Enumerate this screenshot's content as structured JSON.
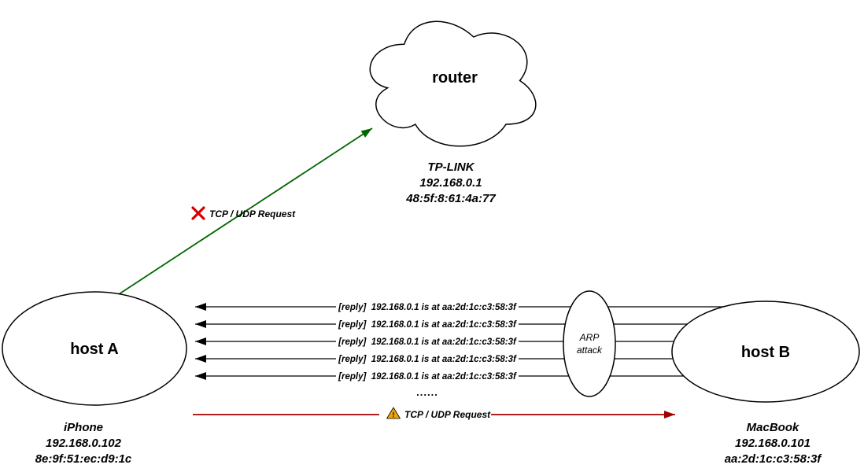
{
  "diagram": {
    "router": {
      "label": "router",
      "caption": [
        "TP-LINK",
        "192.168.0.1",
        "48:5f:8:61:4a:77"
      ]
    },
    "host_a": {
      "label": "host A",
      "caption": [
        "iPhone",
        "192.168.0.102",
        "8e:9f:51:ec:d9:1c"
      ]
    },
    "host_b": {
      "label": "host B",
      "caption": [
        "MacBook",
        "192.168.0.101",
        "aa:2d:1c:c3:58:3f"
      ]
    },
    "arp_attack": {
      "label_line1": "ARP",
      "label_line2": "attack"
    },
    "blocked_request": {
      "icon": "x-mark-icon",
      "label": "TCP / UDP Request"
    },
    "arp_replies": {
      "messages": [
        "[reply]  192.168.0.1 is at aa:2d:1c:c3:58:3f",
        "[reply]  192.168.0.1 is at aa:2d:1c:c3:58:3f",
        "[reply]  192.168.0.1 is at aa:2d:1c:c3:58:3f",
        "[reply]  192.168.0.1 is at aa:2d:1c:c3:58:3f",
        "[reply]  192.168.0.1 is at aa:2d:1c:c3:58:3f"
      ],
      "ellipsis": "......"
    },
    "hijacked_request": {
      "icon": "warning-icon",
      "exclamation": "!",
      "label": "TCP / UDP Request"
    },
    "colors": {
      "shape_stroke": "#000000",
      "reply_arrow": "#000000",
      "ok_arrow_green": "#006600",
      "blocked_x_red": "#d40000",
      "attack_arrow_red": "#a50000",
      "warning_yellow": "#f0a30a"
    }
  }
}
